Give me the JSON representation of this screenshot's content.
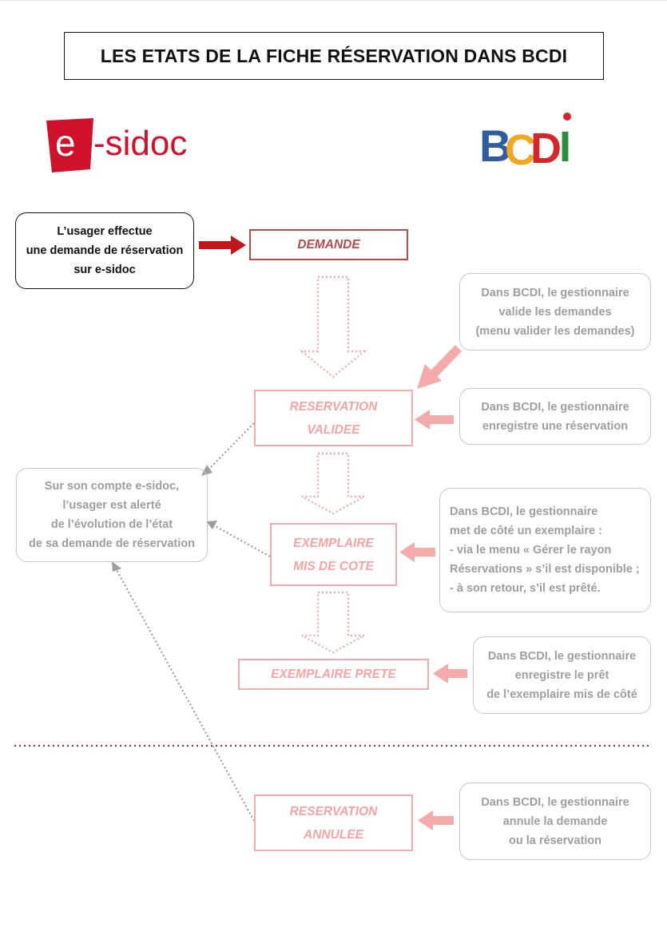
{
  "title": "LES ETATS DE LA FICHE RÉSERVATION DANS BCDI",
  "logos": {
    "esidoc": {
      "letter": "e",
      "text": "-sidoc",
      "color": "#d0112b"
    },
    "bcdi": {
      "letters": [
        "B",
        "C",
        "D",
        "I"
      ],
      "colors": [
        "#2f5d9e",
        "#f1a820",
        "#d4272b",
        "#2a8d3b"
      ]
    }
  },
  "usager_box": {
    "lines": [
      "L’usager effectue",
      "une demande de réservation",
      "sur e-sidoc"
    ]
  },
  "states": {
    "demande": [
      "DEMANDE"
    ],
    "validee": [
      "RESERVATION",
      "VALIDEE"
    ],
    "mis_de_cote": [
      "EXEMPLAIRE",
      "MIS DE COTE"
    ],
    "prete": [
      "EXEMPLAIRE PRETE"
    ],
    "annulee": [
      "RESERVATION",
      "ANNULEE"
    ]
  },
  "notes": {
    "valider_demandes": [
      "Dans BCDI, le gestionnaire",
      "valide les demandes",
      "(menu valider les demandes)"
    ],
    "enregistre_reservation": [
      "Dans BCDI, le gestionnaire",
      "enregistre une réservation"
    ],
    "met_de_cote": [
      "Dans BCDI, le gestionnaire",
      "met de côté un exemplaire :",
      "- via le menu « Gérer le rayon",
      "Réservations » s’il est disponible ;",
      "- à son retour, s’il est prêté."
    ],
    "enregistre_pret": [
      "Dans BCDI, le gestionnaire",
      "enregistre le prêt",
      "de l’exemplaire mis de côté"
    ],
    "annule": [
      "Dans BCDI, le gestionnaire",
      "annule la demande",
      "ou la réservation"
    ],
    "usager_alerte": [
      "Sur son compte e-sidoc,",
      "l’usager est alerté",
      "de l’évolution de l’état",
      "de sa demande de réservation"
    ]
  },
  "colors": {
    "dark_red": "#b54a4a",
    "pink": "#f5aaaa",
    "arrow_red": "#c0161c",
    "grey_border": "#c8c8c8",
    "grey_text": "#9e9e9e",
    "separator": "#a83232"
  }
}
